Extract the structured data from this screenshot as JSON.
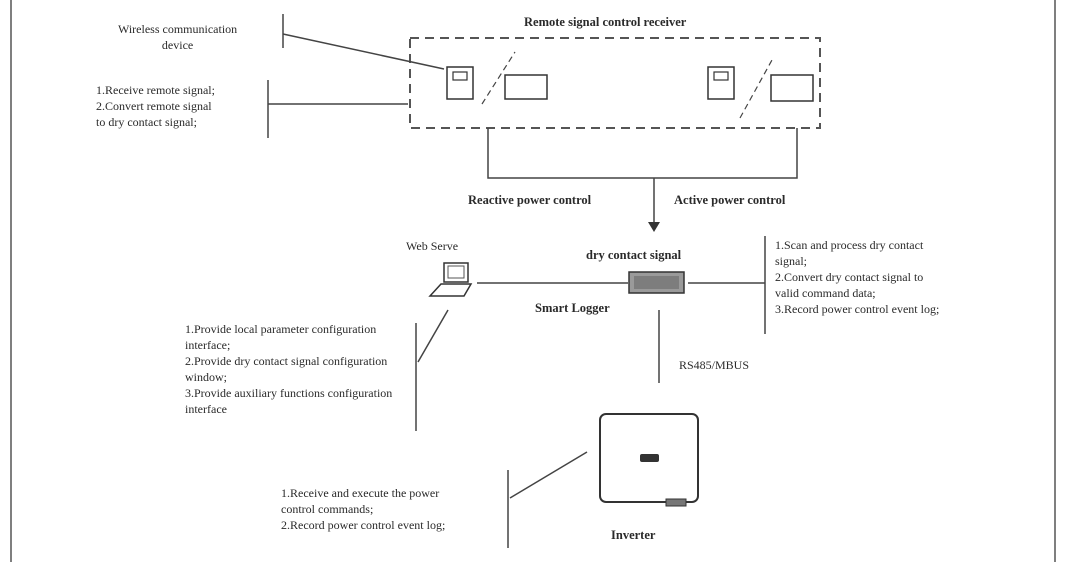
{
  "receiver": {
    "title": "Remote signal control receiver"
  },
  "wireless": {
    "label": "Wireless communication\ndevice"
  },
  "receiver_functions": {
    "text": "1.Receive remote signal;\n2.Convert remote signal\nto dry contact signal;"
  },
  "controls": {
    "reactive": "Reactive power control",
    "active": "Active power control"
  },
  "web_serve": {
    "label": "Web Serve"
  },
  "dry_contact": {
    "label": "dry contact signal"
  },
  "smart_logger": {
    "label": "Smart Logger"
  },
  "logger_functions": {
    "text": "1.Scan and process dry contact\nsignal;\n2.Convert dry contact signal to\nvalid command data;\n3.Record power control event log;"
  },
  "web_functions": {
    "text": "1.Provide local parameter configuration\ninterface;\n2.Provide dry contact signal configuration\nwindow;\n3.Provide auxiliary functions configuration\ninterface"
  },
  "bus": {
    "label": "RS485/MBUS"
  },
  "inverter": {
    "label": "Inverter"
  },
  "inverter_functions": {
    "text": "1.Receive and execute the power\ncontrol commands;\n2.Record power control event log;"
  }
}
